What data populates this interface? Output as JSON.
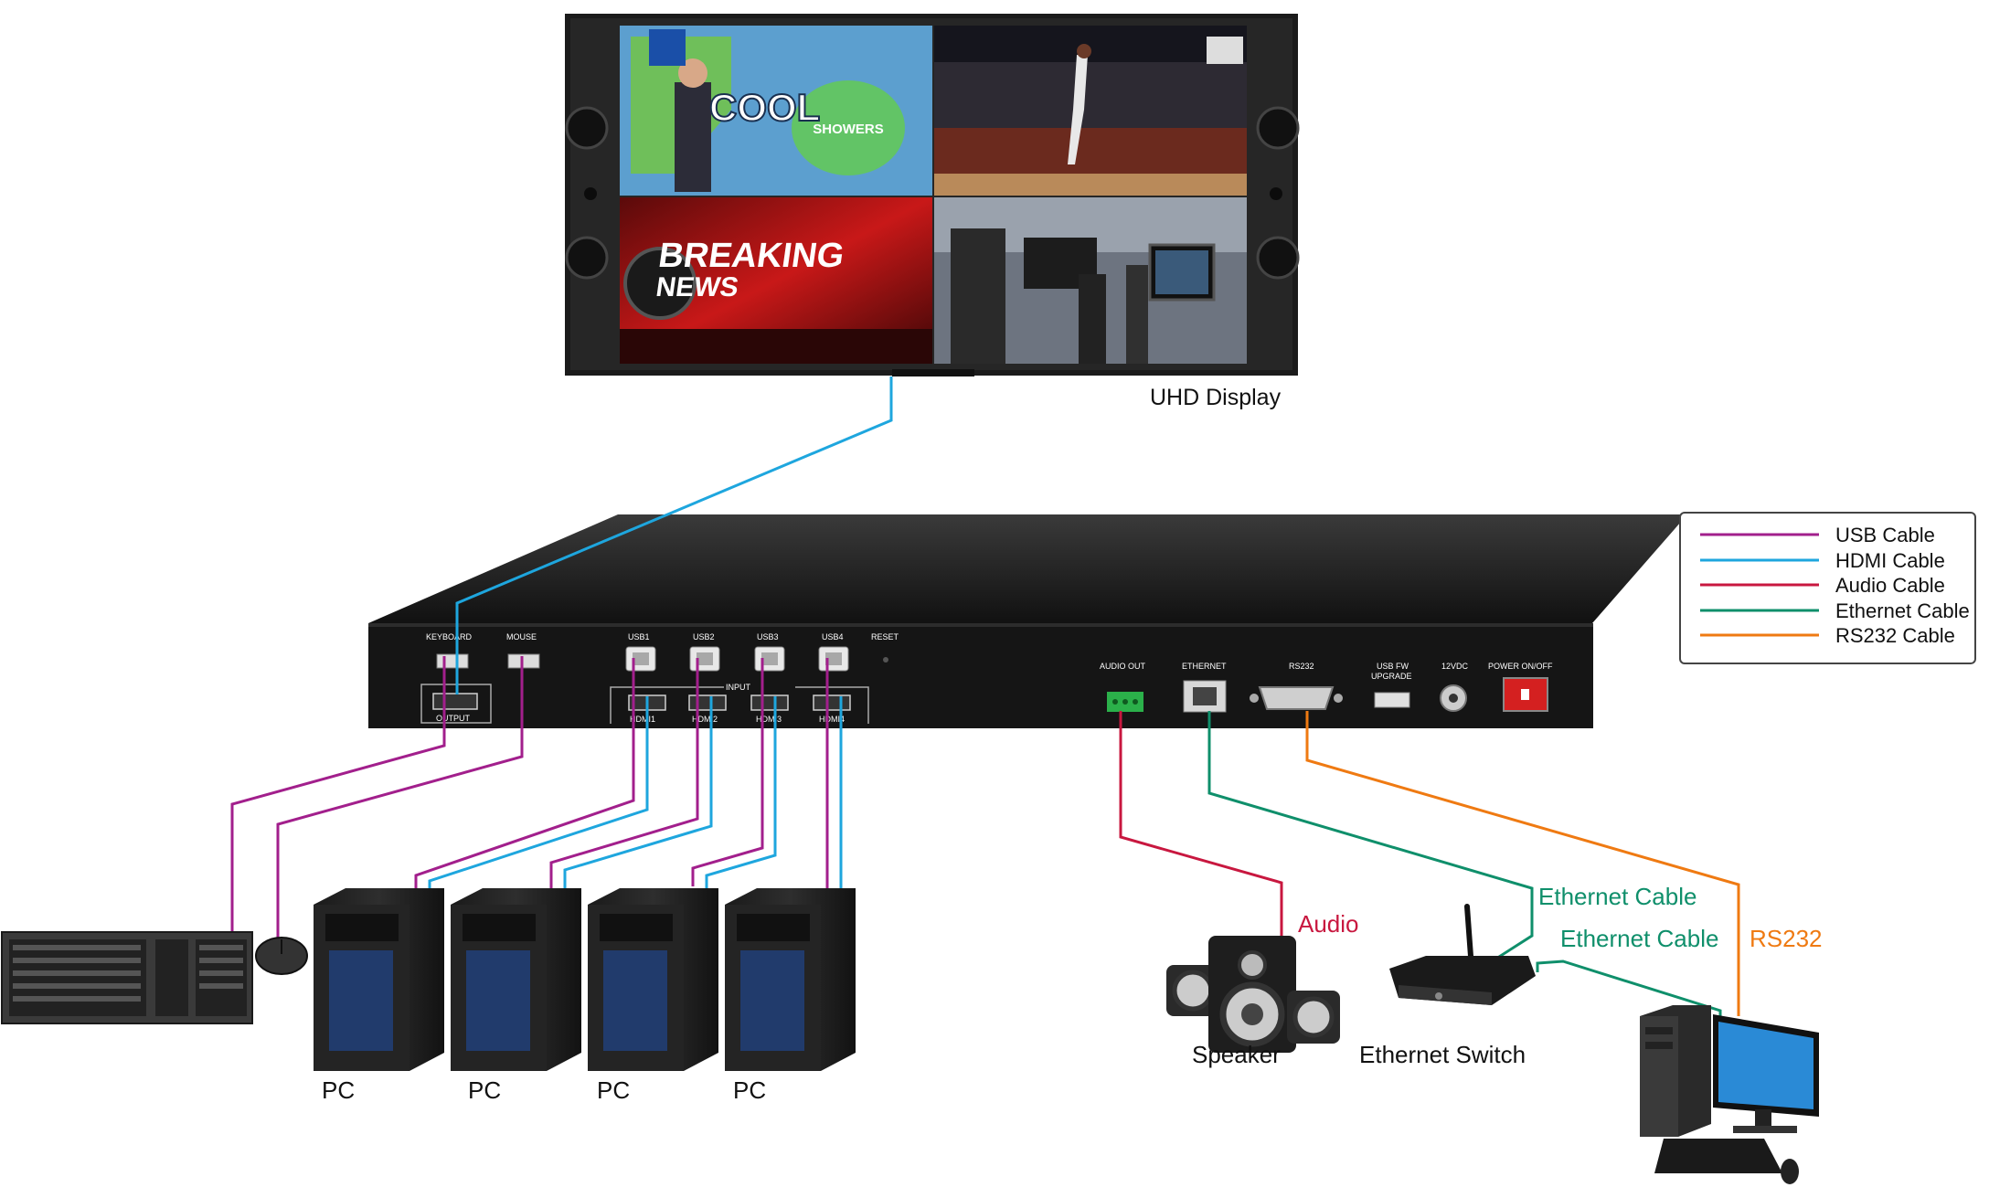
{
  "colors": {
    "usb": "#a21f8c",
    "hdmi": "#1ea6de",
    "audio": "#c8173f",
    "ethernet": "#0f8f6b",
    "rs232": "#ef7a12"
  },
  "display": {
    "label": "UHD Display",
    "tiles": [
      "COOL",
      "SHOWERS",
      "BREAKING",
      "NEWS"
    ]
  },
  "device": {
    "ports_left": [
      "KEYBOARD",
      "MOUSE",
      "OUTPUT"
    ],
    "usb_ports": [
      "USB1",
      "USB2",
      "USB3",
      "USB4"
    ],
    "reset": "RESET",
    "input_label": "INPUT",
    "hdmi_ports": [
      "HDMI1",
      "HDMI2",
      "HDMI3",
      "HDMI4"
    ],
    "ports_right": [
      "AUDIO OUT",
      "ETHERNET",
      "RS232",
      "USB FW",
      "UPGRADE",
      "12VDC",
      "POWER ON/OFF"
    ]
  },
  "legend": [
    {
      "label": "USB Cable",
      "color": "#a21f8c"
    },
    {
      "label": "HDMI Cable",
      "color": "#1ea6de"
    },
    {
      "label": "Audio Cable",
      "color": "#c8173f"
    },
    {
      "label": "Ethernet Cable",
      "color": "#0f8f6b"
    },
    {
      "label": "RS232 Cable",
      "color": "#ef7a12"
    }
  ],
  "pcs": [
    "PC",
    "PC",
    "PC",
    "PC"
  ],
  "labels": {
    "speaker": "Speaker",
    "ethernet_switch": "Ethernet Switch",
    "audio": "Audio",
    "ethernet_cable_1": "Ethernet Cable",
    "ethernet_cable_2": "Ethernet Cable",
    "rs232": "RS232"
  }
}
